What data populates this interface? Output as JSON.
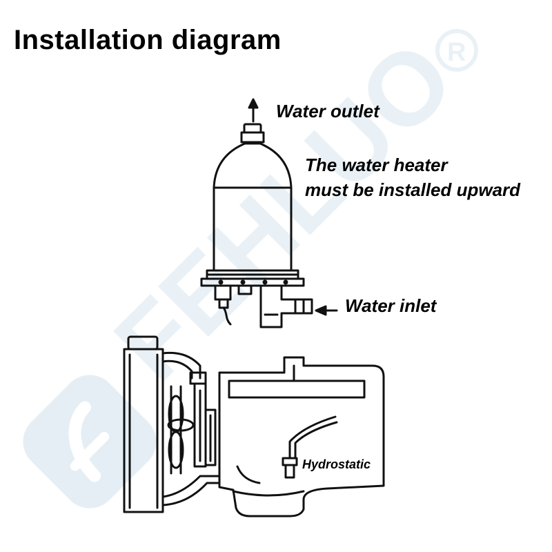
{
  "title": "Installation diagram",
  "labels": {
    "water_outlet": "Water outlet",
    "heater_note_line1": "The water heater",
    "heater_note_line2": "must be installed upward",
    "water_inlet": "Water inlet",
    "hydrostatic": "Hydrostatic"
  },
  "watermark": {
    "text": "FEHLUO",
    "registered_mark": "®",
    "color": "#dbe8f0"
  },
  "colors": {
    "line": "#111111",
    "background": "#ffffff"
  }
}
